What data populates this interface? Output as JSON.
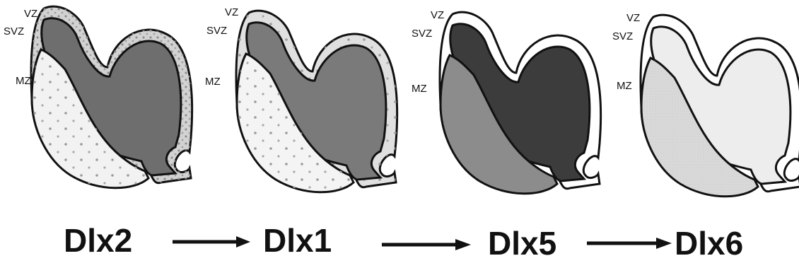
{
  "panels": [
    {
      "gene": "Dlx2",
      "zones": [
        "VZ",
        "SVZ",
        "MZ"
      ],
      "expression": {
        "vz": "dotted",
        "svz": "dark",
        "mz": "dotted"
      },
      "colors": {
        "vz": "#cfcfcf",
        "svz": "#6f6f6f",
        "mz": "#f1f1f1"
      }
    },
    {
      "gene": "Dlx1",
      "zones": [
        "VZ",
        "SVZ",
        "MZ"
      ],
      "expression": {
        "vz": "dotted",
        "svz": "dark",
        "mz": "dotted"
      },
      "colors": {
        "vz": "#dcdcdc",
        "svz": "#7a7a7a",
        "mz": "#f3f3f3"
      }
    },
    {
      "gene": "Dlx5",
      "zones": [
        "VZ",
        "SVZ",
        "MZ"
      ],
      "expression": {
        "vz": "none",
        "svz": "dark",
        "mz": "medium"
      },
      "colors": {
        "vz": "#ffffff",
        "svz": "#3c3c3c",
        "mz": "#8c8c8c"
      }
    },
    {
      "gene": "Dlx6",
      "zones": [
        "VZ",
        "SVZ",
        "MZ"
      ],
      "expression": {
        "vz": "none",
        "svz": "light",
        "mz": "light"
      },
      "colors": {
        "vz": "#ffffff",
        "svz": "#ececec",
        "mz": "#d8d8d8"
      }
    }
  ]
}
